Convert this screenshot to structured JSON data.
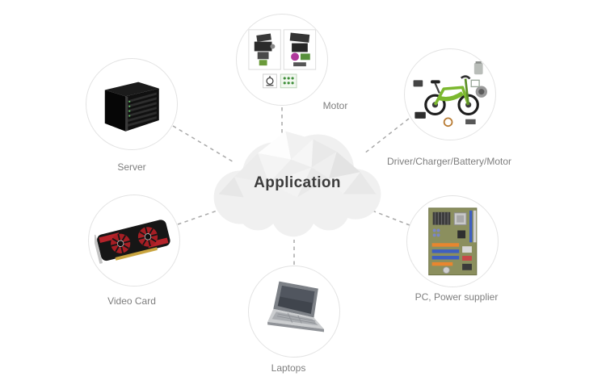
{
  "center": {
    "label": "Application"
  },
  "nodes": [
    {
      "id": "server",
      "label": "Server"
    },
    {
      "id": "motor",
      "label": "Motor"
    },
    {
      "id": "driver-charger-battery-motor",
      "label": "Driver/Charger/Battery/Motor"
    },
    {
      "id": "video-card",
      "label": "Video Card"
    },
    {
      "id": "pc-power-supplier",
      "label": "PC, Power supplier"
    },
    {
      "id": "laptops",
      "label": "Laptops"
    }
  ],
  "colors": {
    "background": "#ffffff",
    "connector_gray": "#a9a9a9",
    "label_text": "#7e7e7e",
    "center_text": "#3c3c3c",
    "cloud_light": "#f7f7f7",
    "cloud_shade": "#e3e3e3",
    "accent_green": "#7cb82f",
    "accent_red": "#a61e24"
  }
}
